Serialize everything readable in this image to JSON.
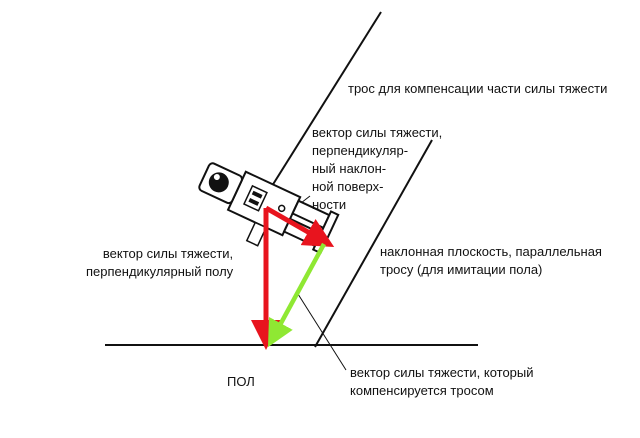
{
  "labels": {
    "cable": "трос для компенсации части силы тяжести",
    "gravity_perp_incline": "вектор силы тяжести,\nперпендикуляр-\nный наклон-\nной поверх-\nности",
    "gravity_perp_floor": "вектор силы тяжести,\nперпендикулярный полу",
    "incline_plane": "наклонная плоскость, параллельная\nтросу  (для имитации пола)",
    "compensated": "вектор силы тяжести, который\nкомпенсируется тросом",
    "floor": "ПОЛ"
  },
  "colors": {
    "line": "#111111",
    "arrow_red": "#e8141e",
    "arrow_green": "#8fe833",
    "background": "#ffffff"
  }
}
